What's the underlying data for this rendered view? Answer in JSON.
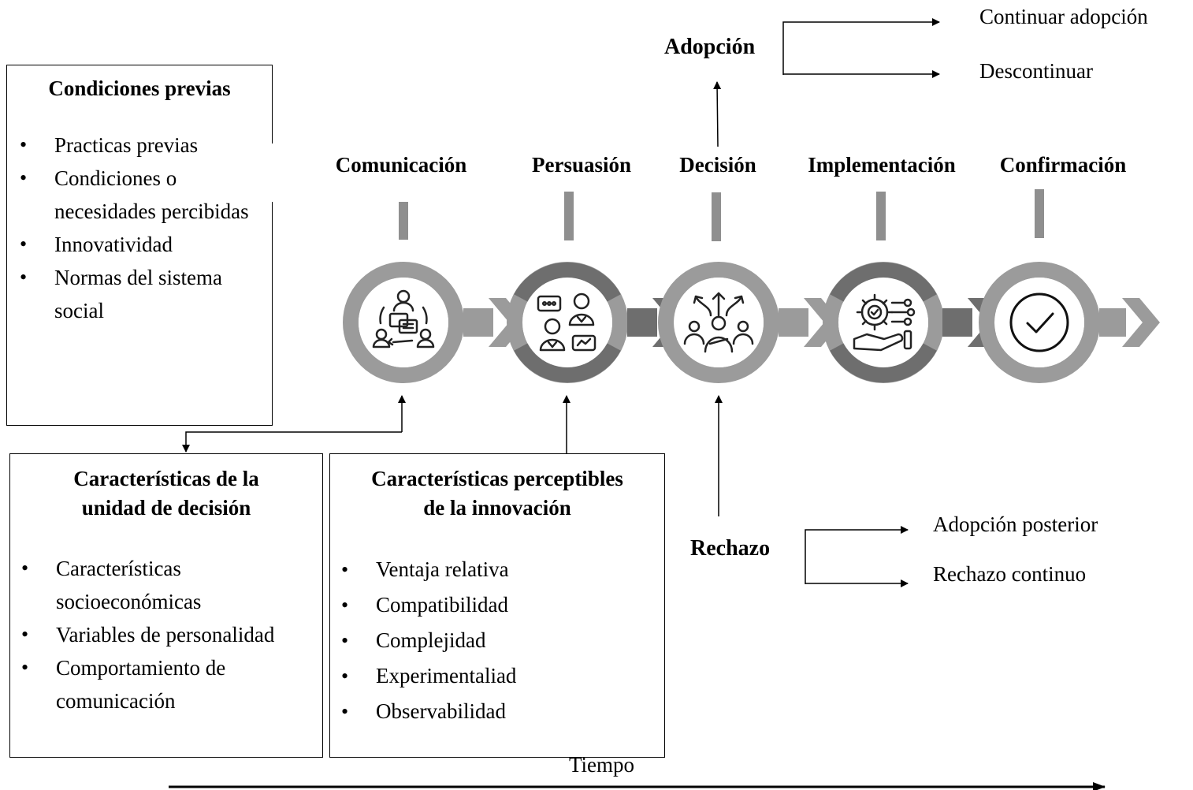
{
  "prior_conditions": {
    "title": "Condiciones previas",
    "items": [
      "Practicas previas",
      "Condiciones o necesidades percibidas",
      "Innovatividad",
      "Normas del sistema social"
    ]
  },
  "decision_unit": {
    "title_line1": "Características de la",
    "title_line2": "unidad de decisión",
    "items": [
      "Características socioeconómicas",
      "Variables de personalidad",
      "Comportamiento de comunicación"
    ]
  },
  "innovation_traits": {
    "title_line1": "Características perceptibles",
    "title_line2": "de la innovación",
    "items": [
      "Ventaja relativa",
      "Compatibilidad",
      "Complejidad",
      "Experimentaliad",
      "Observabilidad"
    ]
  },
  "stages": [
    {
      "label": "Comunicación",
      "icon": "communication-icon"
    },
    {
      "label": "Persuasión",
      "icon": "persuasion-icon"
    },
    {
      "label": "Decisión",
      "icon": "decision-icon"
    },
    {
      "label": "Implementación",
      "icon": "implementation-gear-icon"
    },
    {
      "label": "Confirmación",
      "icon": "checkmark-icon"
    }
  ],
  "adoption": {
    "label": "Adopción",
    "outcomes": [
      "Continuar adopción",
      "Descontinuar"
    ]
  },
  "rejection": {
    "label": "Rechazo",
    "outcomes": [
      "Adopción posterior",
      "Rechazo continuo"
    ]
  },
  "time_axis": {
    "label": "Tiempo"
  },
  "colors": {
    "ring_light": "#9b9b9b",
    "ring_dark": "#6e6e6e",
    "tick": "#8f8f8f",
    "line": "#000000"
  }
}
